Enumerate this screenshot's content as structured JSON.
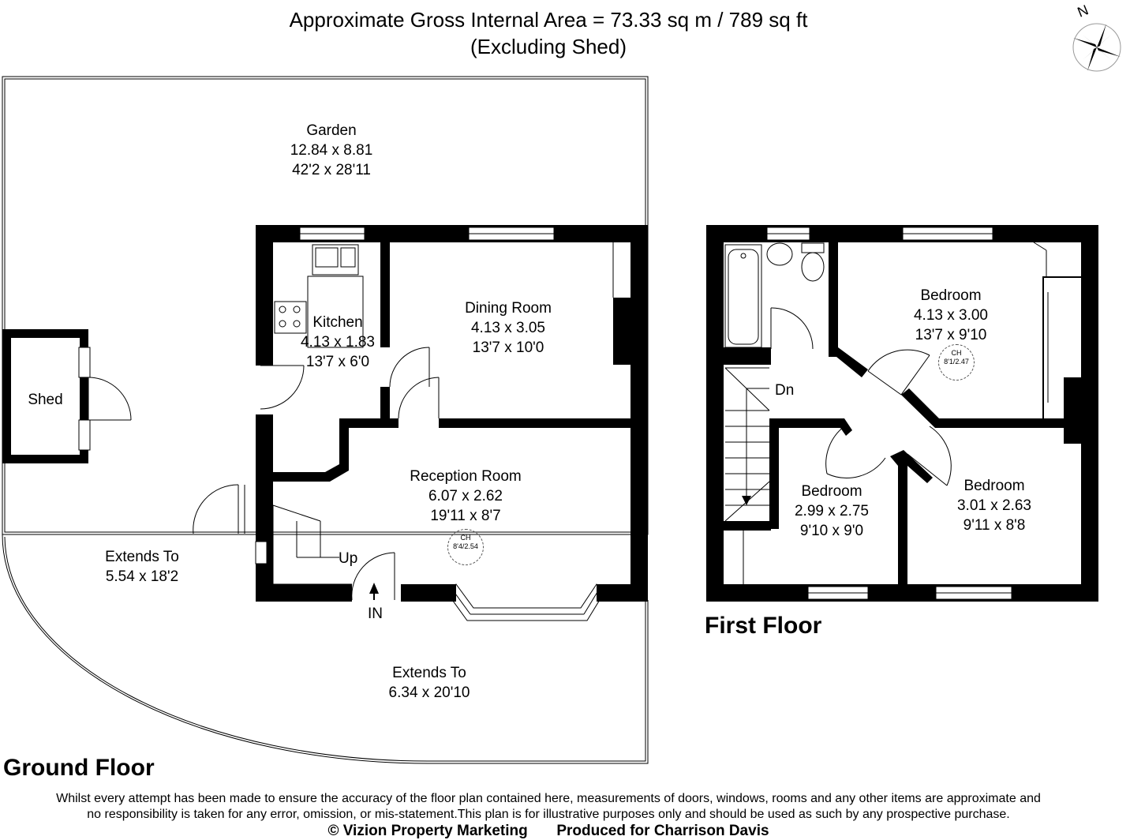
{
  "header": {
    "area_line": "Approximate Gross Internal Area = 73.33 sq m / 789 sq ft",
    "excluding_line": "(Excluding Shed)"
  },
  "compass": {
    "label": "N",
    "icon": "compass-icon"
  },
  "ground_floor": {
    "title": "Ground Floor",
    "rooms": {
      "garden": {
        "name": "Garden",
        "metric": "12.84 x 8.81",
        "imperial": "42'2 x 28'11"
      },
      "shed": {
        "name": "Shed"
      },
      "kitchen": {
        "name": "Kitchen",
        "metric": "4.13 x 1.83",
        "imperial": "13'7 x 6'0"
      },
      "dining": {
        "name": "Dining Room",
        "metric": "4.13 x 3.05",
        "imperial": "13'7 x 10'0"
      },
      "reception": {
        "name": "Reception Room",
        "metric": "6.07 x 2.62",
        "imperial": "19'11 x 8'7"
      },
      "extends_left": {
        "name": "Extends To",
        "metric": "5.54 x 18'2"
      },
      "extends_bottom": {
        "name": "Extends To",
        "metric": "6.34 x 20'10"
      }
    },
    "labels": {
      "up": "Up",
      "entrance": "IN"
    },
    "ceiling_height": {
      "label": "CH",
      "value": "8'4/2.54"
    }
  },
  "first_floor": {
    "title": "First Floor",
    "rooms": {
      "bedroom_main": {
        "name": "Bedroom",
        "metric": "4.13 x 3.00",
        "imperial": "13'7 x 9'10"
      },
      "bedroom_left": {
        "name": "Bedroom",
        "metric": "2.99 x 2.75",
        "imperial": "9'10 x 9'0"
      },
      "bedroom_right": {
        "name": "Bedroom",
        "metric": "3.01 x 2.63",
        "imperial": "9'11 x 8'8"
      }
    },
    "labels": {
      "down": "Dn"
    },
    "ceiling_height": {
      "label": "CH",
      "value": "8'1/2.47"
    }
  },
  "disclaimer": {
    "line1": "Whilst every attempt has been made to ensure the accuracy of the floor plan contained here, measurements of doors, windows, rooms and any other items are approximate and",
    "line2": "no responsibility is taken for any error, omission, or mis-statement.This plan is for illustrative purposes only and should be used as such by any prospective purchase."
  },
  "footer": {
    "credit": "© Vizion Property Marketing",
    "produced": "Produced for Charrison Davis"
  }
}
